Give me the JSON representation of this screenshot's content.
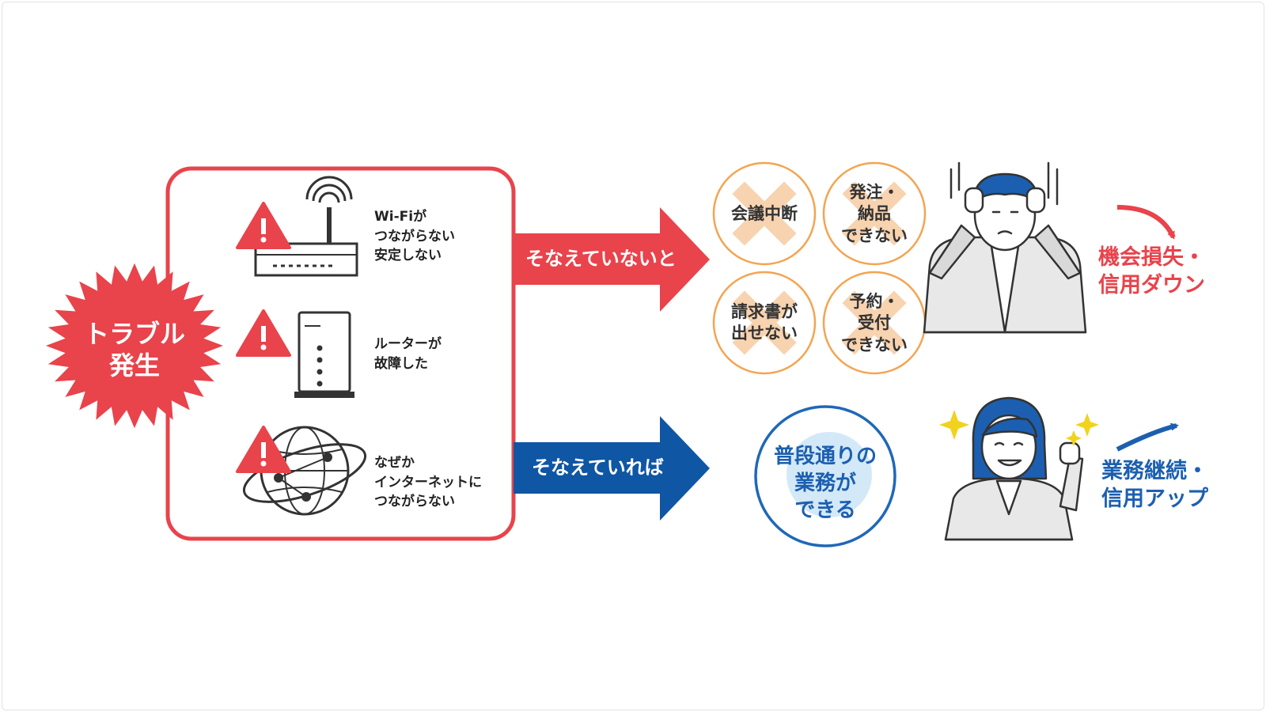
{
  "colors": {
    "red": "#e9434b",
    "blue": "#0f56a4",
    "orange": "#f4a451",
    "cross": "#f8d3b0",
    "light_blue": "#d3e9f8",
    "circle_blue": "#1f68b8",
    "dark": "#333333"
  },
  "trouble": {
    "label_line1": "トラブル",
    "label_line2": "発生",
    "items": [
      {
        "icon": "router-icon",
        "lines": [
          "Wi-Fiが",
          "つながらない",
          "安定しない"
        ]
      },
      {
        "icon": "server-tower-icon",
        "lines": [
          "ルーターが",
          "故障した"
        ]
      },
      {
        "icon": "globe-network-icon",
        "lines": [
          "なぜか",
          "インターネットに",
          "つながらない"
        ]
      }
    ]
  },
  "arrows": {
    "unprepared": "そなえていないと",
    "prepared": "そなえていれば"
  },
  "bad_circles": [
    {
      "lines": [
        "会議中断"
      ]
    },
    {
      "lines": [
        "発注・",
        "納品",
        "できない"
      ]
    },
    {
      "lines": [
        "請求書が",
        "出せない"
      ]
    },
    {
      "lines": [
        "予約・",
        "受付",
        "できない"
      ]
    }
  ],
  "good_circle": {
    "lines": [
      "普段通りの",
      "業務が",
      "できる"
    ]
  },
  "outcomes": {
    "bad": [
      "機会損失・",
      "信用ダウン"
    ],
    "good": [
      "業務継続・",
      "信用アップ"
    ]
  }
}
